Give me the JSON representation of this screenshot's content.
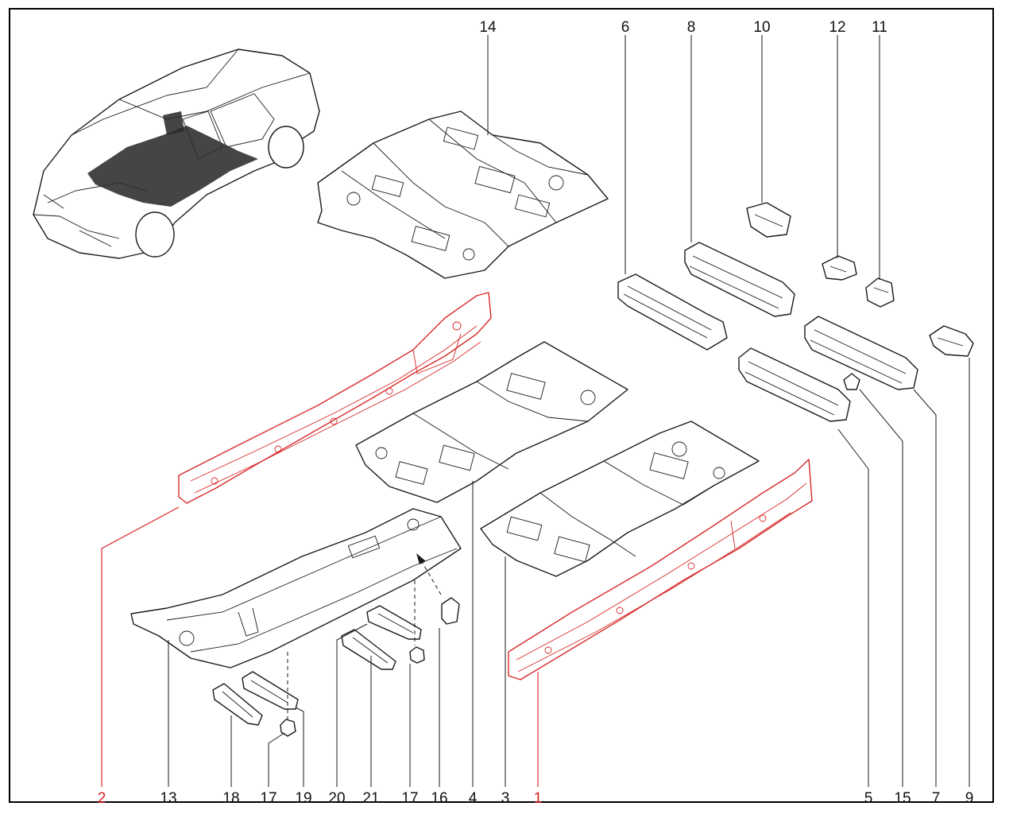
{
  "diagram": {
    "callouts": [
      {
        "id": "14",
        "red": false
      },
      {
        "id": "6",
        "red": false
      },
      {
        "id": "8",
        "red": false
      },
      {
        "id": "10",
        "red": false
      },
      {
        "id": "12",
        "red": false
      },
      {
        "id": "11",
        "red": false
      },
      {
        "id": "2",
        "red": true
      },
      {
        "id": "13",
        "red": false
      },
      {
        "id": "18",
        "red": false
      },
      {
        "id": "17a",
        "label": "17",
        "red": false
      },
      {
        "id": "19",
        "red": false
      },
      {
        "id": "20",
        "red": false
      },
      {
        "id": "21",
        "red": false
      },
      {
        "id": "17b",
        "label": "17",
        "red": false
      },
      {
        "id": "16",
        "red": false
      },
      {
        "id": "4",
        "red": false
      },
      {
        "id": "3",
        "red": false
      },
      {
        "id": "1",
        "red": true
      },
      {
        "id": "5",
        "red": false
      },
      {
        "id": "15",
        "red": false
      },
      {
        "id": "7",
        "red": false
      },
      {
        "id": "9",
        "red": false
      }
    ],
    "colors": {
      "outline": "#1a1a1a",
      "highlight": "#d81e1e",
      "background": "#ffffff"
    }
  }
}
